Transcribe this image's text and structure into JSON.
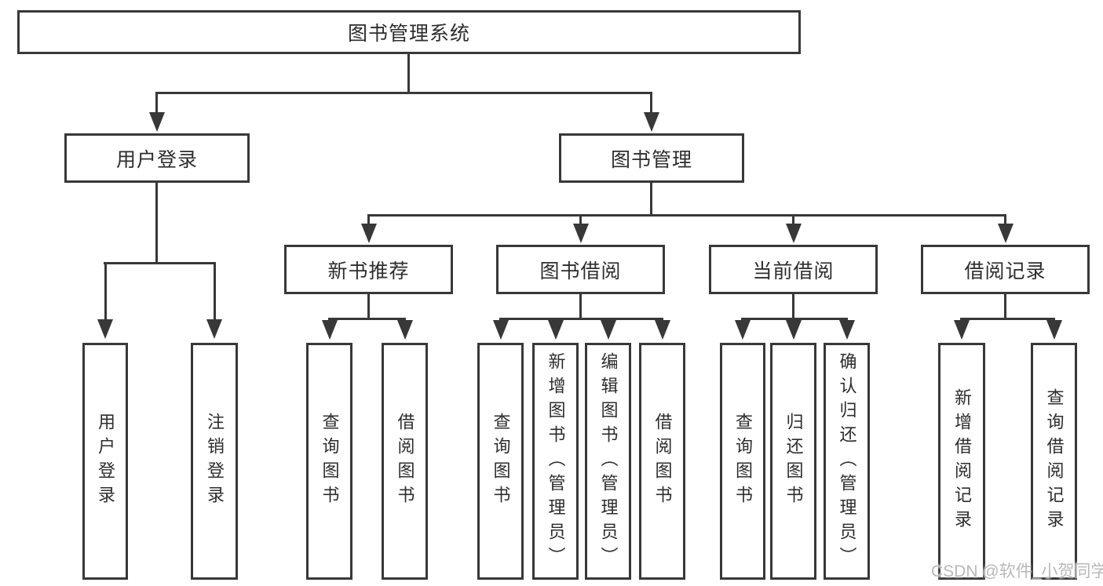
{
  "colors": {
    "line": "#383838",
    "text": "#2d2d2d",
    "watermark": "#b8b8b8",
    "background": "#ffffff"
  },
  "watermark": {
    "text": "CSDN @软件_小贺同学"
  },
  "tree": {
    "root": {
      "label": "图书管理系统",
      "children": [
        {
          "label": "用户登录",
          "children": [
            {
              "label": "用户登录"
            },
            {
              "label": "注销登录"
            }
          ]
        },
        {
          "label": "图书管理",
          "children": [
            {
              "label": "新书推荐",
              "children": [
                {
                  "label": "查询图书"
                },
                {
                  "label": "借阅图书"
                }
              ]
            },
            {
              "label": "图书借阅",
              "children": [
                {
                  "label": "查询图书"
                },
                {
                  "label": "新增图书（管理员）"
                },
                {
                  "label": "编辑图书（管理员）"
                },
                {
                  "label": "借阅图书"
                }
              ]
            },
            {
              "label": "当前借阅",
              "children": [
                {
                  "label": "查询图书"
                },
                {
                  "label": "归还图书"
                },
                {
                  "label": "确认归还（管理员）"
                }
              ]
            },
            {
              "label": "借阅记录",
              "children": [
                {
                  "label": "新增借阅记录"
                },
                {
                  "label": "查询借阅记录"
                }
              ]
            }
          ]
        }
      ]
    }
  }
}
